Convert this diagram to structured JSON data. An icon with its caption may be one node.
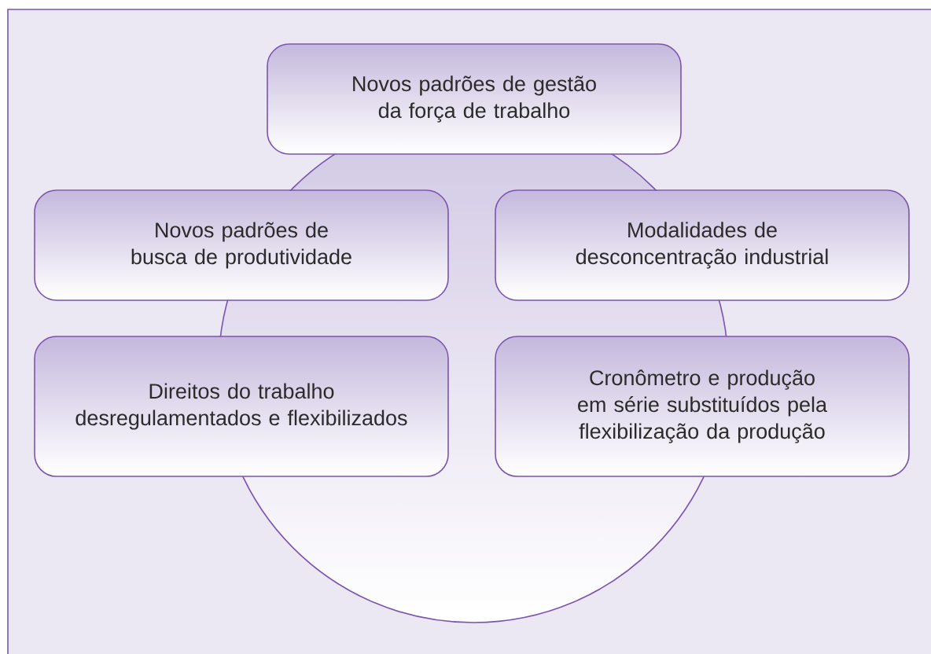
{
  "diagram": {
    "nodes": [
      {
        "text": [
          "Novos padrões de gestão da força de trabalho"
        ]
      },
      {
        "text": [
          "Novos padrões de busca de produtividade"
        ]
      },
      {
        "text": [
          "Modalidades de desconcentração industrial"
        ]
      },
      {
        "text": [
          "Direitos do trabalho desregulamentados e flexibilizados"
        ]
      },
      {
        "text": [
          "Cronômetro e produção em série substituídos pela flexibilização da produção"
        ]
      }
    ]
  }
}
